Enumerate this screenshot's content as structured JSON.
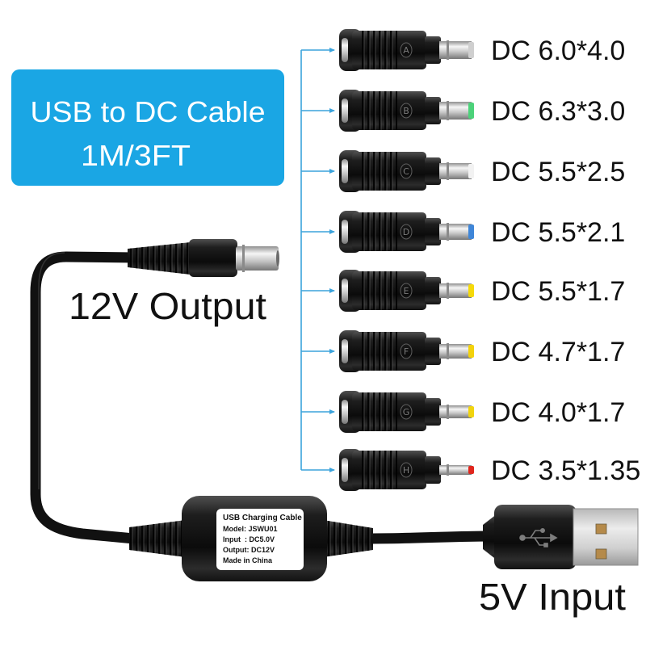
{
  "title_box": {
    "line1": "USB to DC Cable",
    "line2": "1M/3FT",
    "background": "#1aa6e4",
    "text_color": "#ffffff"
  },
  "labels": {
    "output": "12V Output",
    "input": "5V Input"
  },
  "adapters": [
    {
      "letter": "A",
      "label": "DC 6.0*4.0",
      "tip_color": "#cfcfcf"
    },
    {
      "letter": "B",
      "label": "DC 6.3*3.0",
      "tip_color": "#4cd27a"
    },
    {
      "letter": "C",
      "label": "DC 5.5*2.5",
      "tip_color": "#f2f2f2"
    },
    {
      "letter": "D",
      "label": "DC 5.5*2.1",
      "tip_color": "#3f86d8"
    },
    {
      "letter": "E",
      "label": "DC 5.5*1.7",
      "tip_color": "#f5d90a"
    },
    {
      "letter": "F",
      "label": "DC 4.7*1.7",
      "tip_color": "#f3d20c"
    },
    {
      "letter": "G",
      "label": "DC 4.0*1.7",
      "tip_color": "#f1d40f"
    },
    {
      "letter": "H",
      "label": "DC 3.5*1.35",
      "tip_color": "#e0261d"
    }
  ],
  "module_label": {
    "line1": "USB Charging Cable",
    "line2": "Model: JSWU01",
    "line3": "Input  : DC5.0V",
    "line4": "Output: DC12V",
    "line5": "Made in China"
  },
  "colors": {
    "bracket": "#3ba3dc",
    "cable": "#111111"
  },
  "icons": {
    "usb_plug": "usb-trident-icon"
  }
}
